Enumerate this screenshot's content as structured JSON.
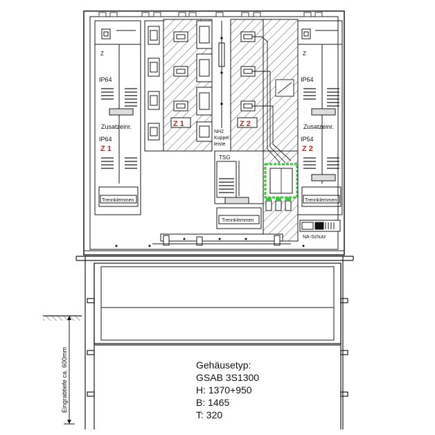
{
  "labels": {
    "left_z": "Z",
    "left_ip_top": "IP64",
    "left_zusatz": "Zusatzeinr.",
    "left_ip_bottom": "IP64",
    "left_z1_badge": "Z 1",
    "left_trennklemmen": "Trennklemmen",
    "center_z1_badge": "Z 1",
    "center_z2_badge": "Z 2",
    "nh2_line1": "NH2",
    "nh2_line2": "Kuppel",
    "nh2_line3": "leiste",
    "tsg": "TSG",
    "center_trennklemmen": "Trennklemmen",
    "right_z": "Z",
    "right_ip_top": "IP64",
    "right_zusatz": "Zusatzeinr.",
    "right_ip_bottom": "IP54",
    "right_z2_badge": "Z 2",
    "right_trennklemmen": "Trennklemmen",
    "na_schutz": "NA-Schutz",
    "depth_label": "Eingrabtiefe ca. 600mm"
  },
  "housing_spec": {
    "line1": "Gehäusetyp:",
    "line2": "GSAB 3S1300",
    "line3": "H: 1370+950",
    "line4": "B: 1465",
    "line5": "T: 320"
  },
  "colors": {
    "line": "#1a1a1a",
    "badge_red": "#cc2222",
    "highlight_green": "#33cc33"
  }
}
